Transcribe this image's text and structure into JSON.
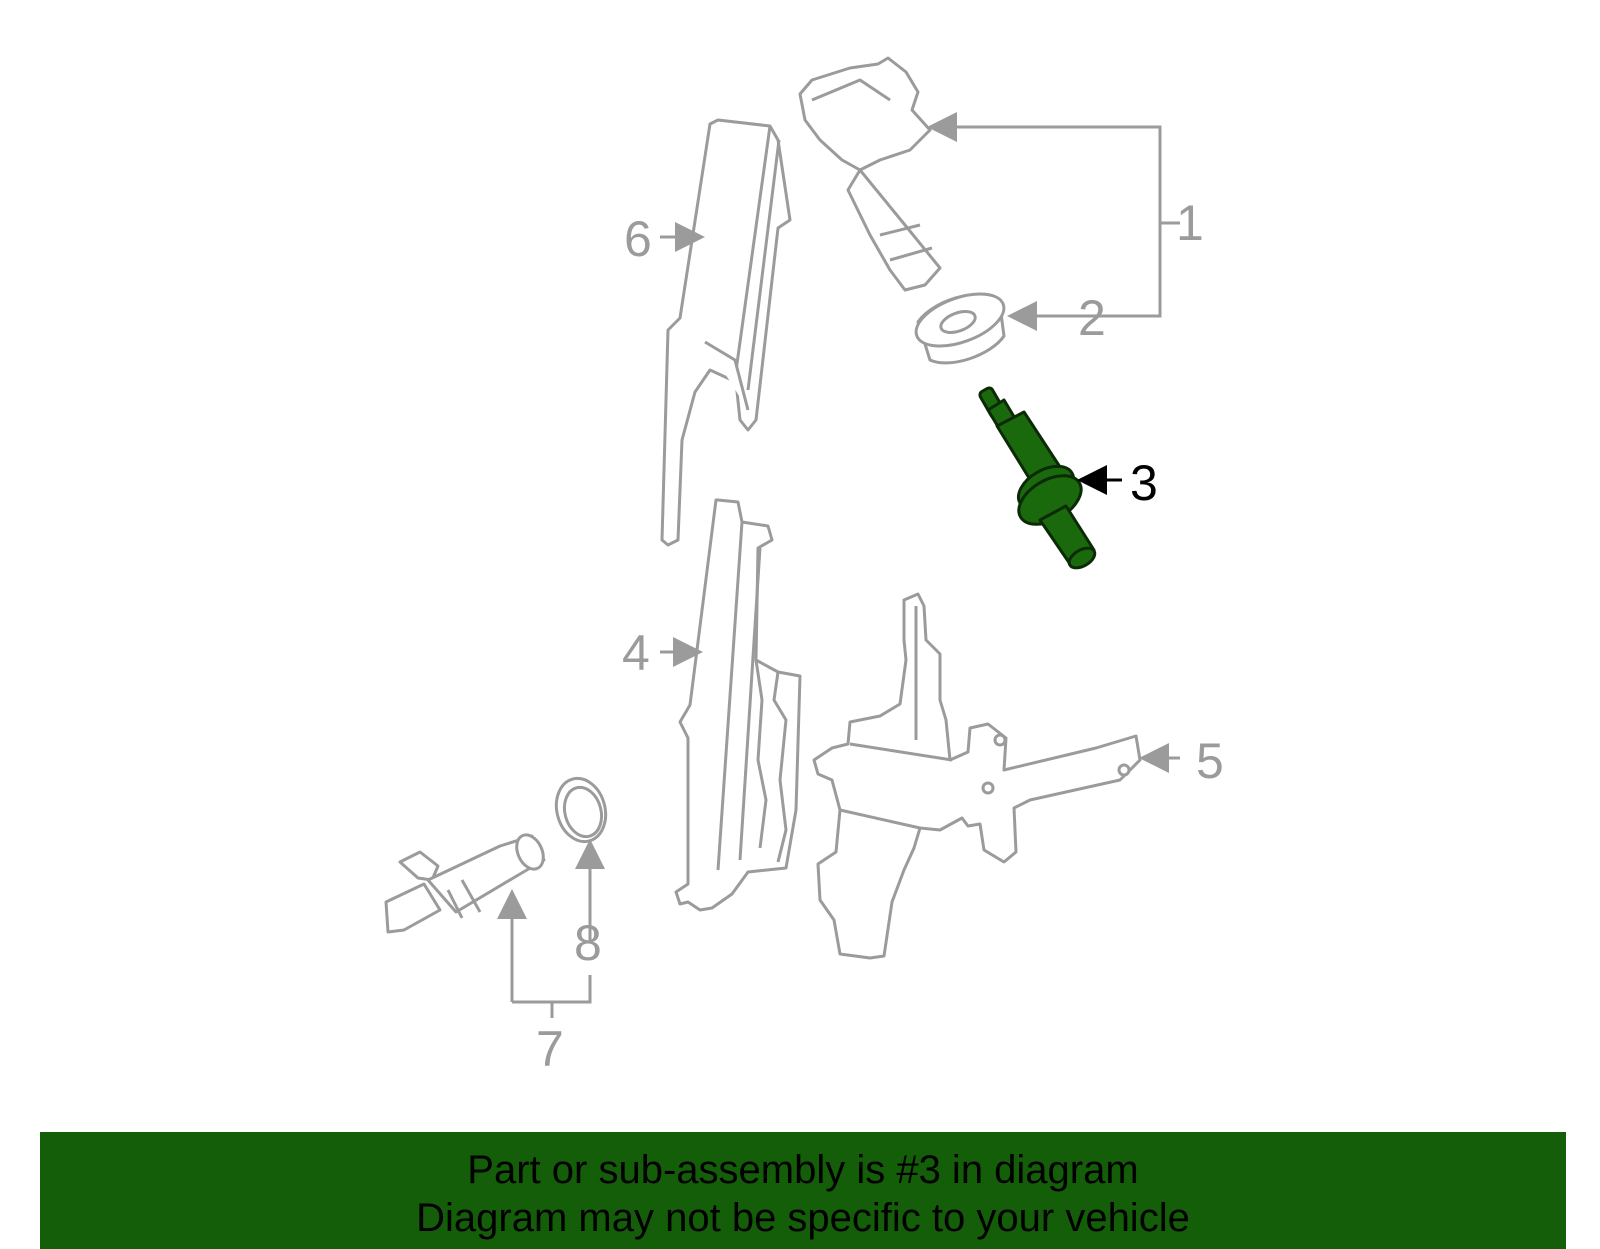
{
  "colors": {
    "line_gray": "#9b9b9b",
    "highlight_fill": "#1a6a0d",
    "highlight_stroke": "#0b2a06",
    "footer_bg": "#155e09",
    "text_dark": "#000000"
  },
  "callouts": {
    "c1": "1",
    "c2": "2",
    "c3": "3",
    "c4": "4",
    "c5": "5",
    "c6": "6",
    "c7": "7",
    "c8": "8"
  },
  "footer": {
    "line1": "Part or sub-assembly is #3 in diagram",
    "line2": "Diagram may not be specific to your vehicle"
  }
}
